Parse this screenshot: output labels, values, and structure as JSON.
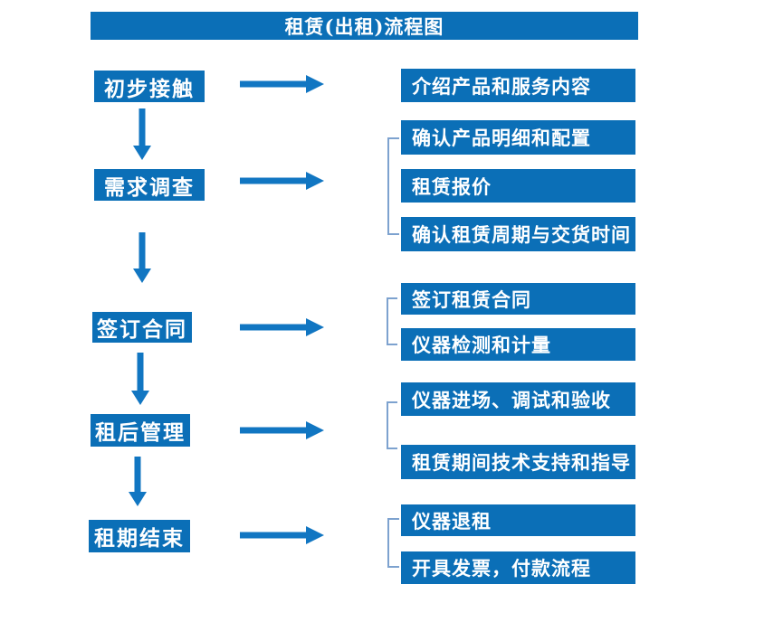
{
  "title": "租赁(出租)流程图",
  "colors": {
    "box_blue": "#0b6fb7",
    "arrow_blue": "#1176c2",
    "bracket_blue": "#7da2cf",
    "text_white": "#ffffff"
  },
  "steps": [
    {
      "label": "初步接触",
      "details": [
        "介绍产品和服务内容"
      ]
    },
    {
      "label": "需求调查",
      "details": [
        "确认产品明细和配置",
        "租赁报价",
        "确认租赁周期与交货时间"
      ]
    },
    {
      "label": "签订合同",
      "details": [
        "签订租赁合同",
        "仪器检测和计量"
      ]
    },
    {
      "label": "租后管理",
      "details": [
        "仪器进场、调试和验收",
        "租赁期间技术支持和指导"
      ]
    },
    {
      "label": "租期结束",
      "details": [
        "仪器退租",
        "开具发票，付款流程"
      ]
    }
  ]
}
